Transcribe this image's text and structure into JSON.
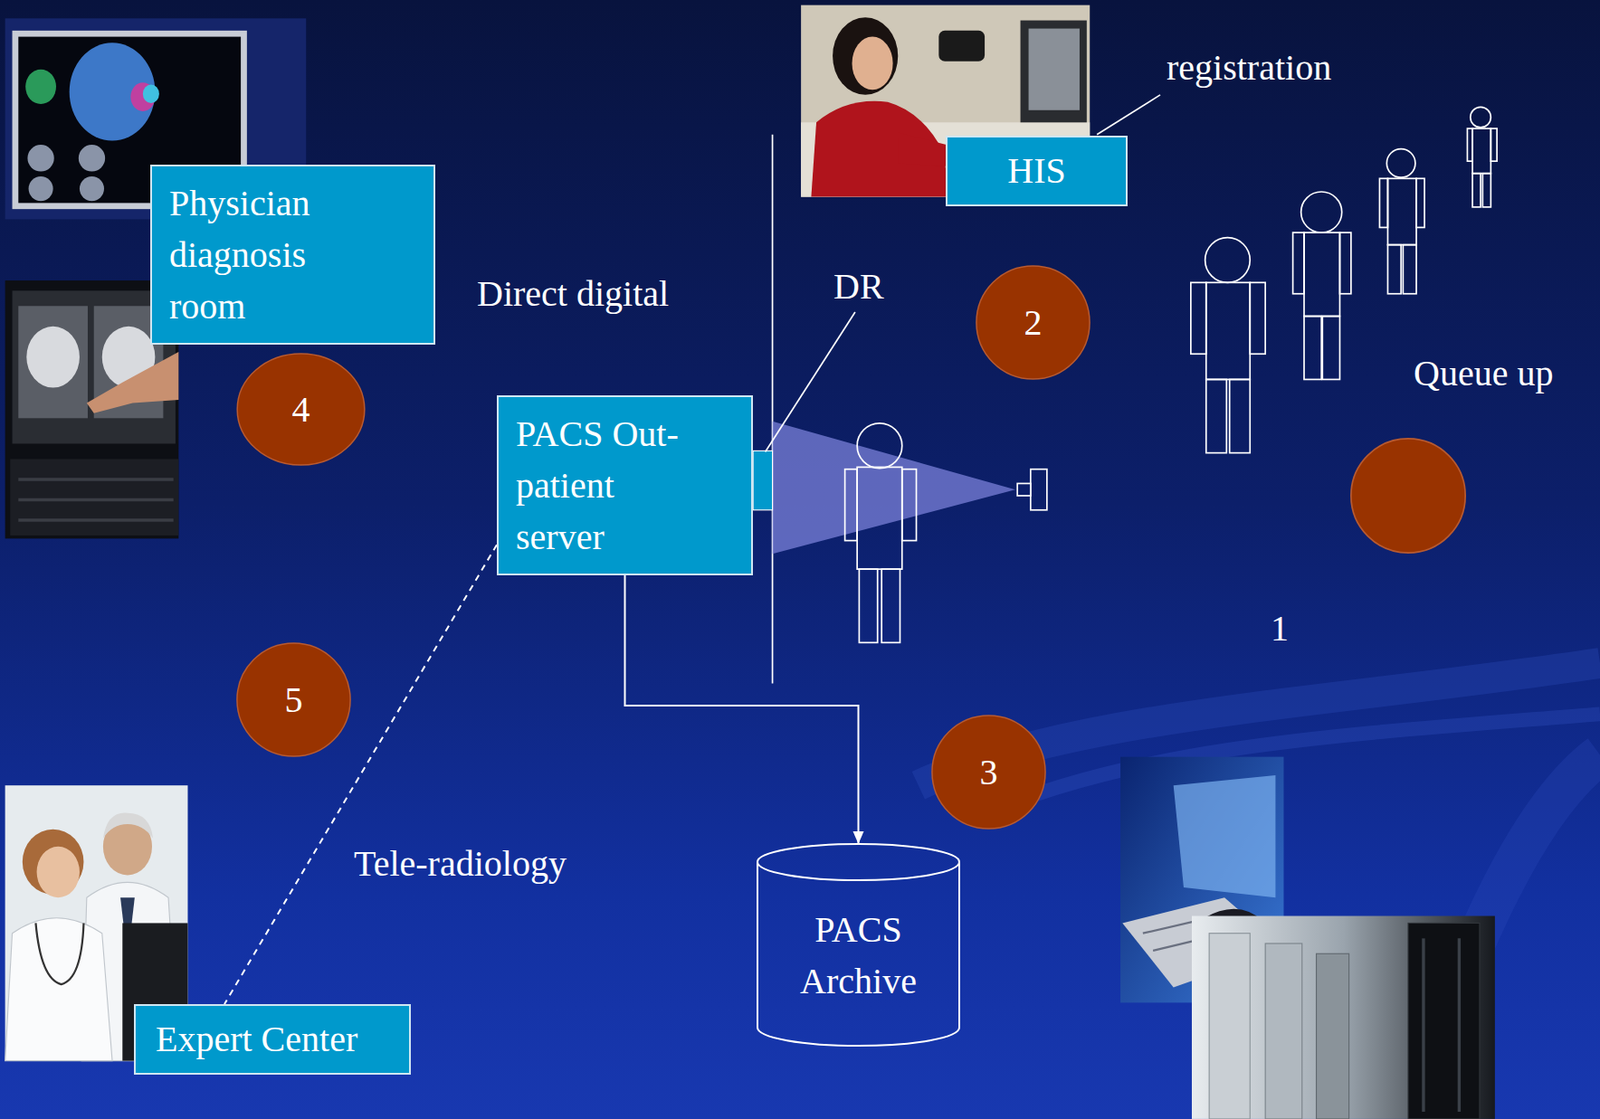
{
  "diagram": {
    "nodes": [
      {
        "text": [
          "Physician diagnosis room"
        ]
      },
      {
        "text": [
          "HIS"
        ]
      },
      {
        "text": [
          "2"
        ]
      },
      {
        "text": [
          "4"
        ]
      },
      {
        "text": [
          "PACS Out-patient server"
        ]
      },
      {
        "text": [
          "5"
        ]
      },
      {
        "text": [
          "3"
        ]
      },
      {
        "text": [
          "PACS Archive"
        ]
      },
      {
        "text": [
          "Expert Center"
        ]
      }
    ],
    "edges": [
      {
        "from": 4,
        "to": 7,
        "arrow": "to"
      },
      {
        "from": 4,
        "to": 8,
        "arrow": "none"
      }
    ],
    "labels": [
      "registration",
      "Direct digital",
      "DR",
      "Queue up",
      "Tele-radiology",
      "1"
    ]
  }
}
